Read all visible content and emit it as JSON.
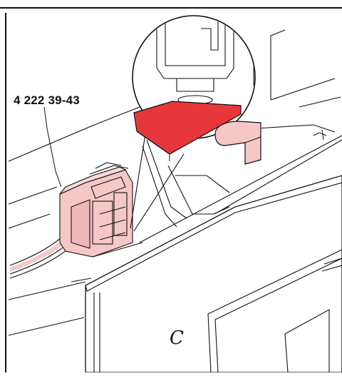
{
  "figure": {
    "part_callout": "4 222 39-43",
    "panel_marking": "C"
  },
  "colors": {
    "highlight_red": "#e8373a",
    "pink_parts": "#f5c7c7",
    "line": "#111111",
    "background": "#ffffff"
  },
  "icons": {
    "detail_magnifier": "circle-detail",
    "switch_component": "microswitch",
    "wire_harness": "cable-bundle"
  }
}
